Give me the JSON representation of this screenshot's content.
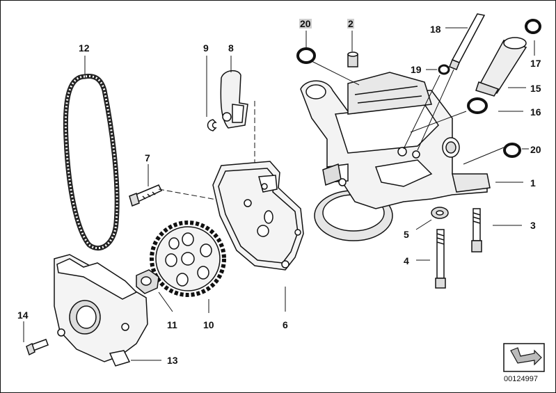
{
  "callouts": {
    "c1": "1",
    "c2": "2",
    "c3": "3",
    "c4": "4",
    "c5": "5",
    "c6": "6",
    "c7": "7",
    "c8": "8",
    "c9": "9",
    "c10": "10",
    "c11": "11",
    "c12": "12",
    "c13": "13",
    "c14": "14",
    "c15": "15",
    "c16": "16",
    "c17": "17",
    "c18": "18",
    "c19": "19",
    "c20a": "20",
    "c20b": "20"
  },
  "diagram_id": "00124997",
  "colors": {
    "ink": "#111111",
    "highlight": "#cfcfcf",
    "paper": "#ffffff",
    "fill": "#f2f2f2"
  },
  "icons": [
    "next-diagram-arrow-icon"
  ]
}
